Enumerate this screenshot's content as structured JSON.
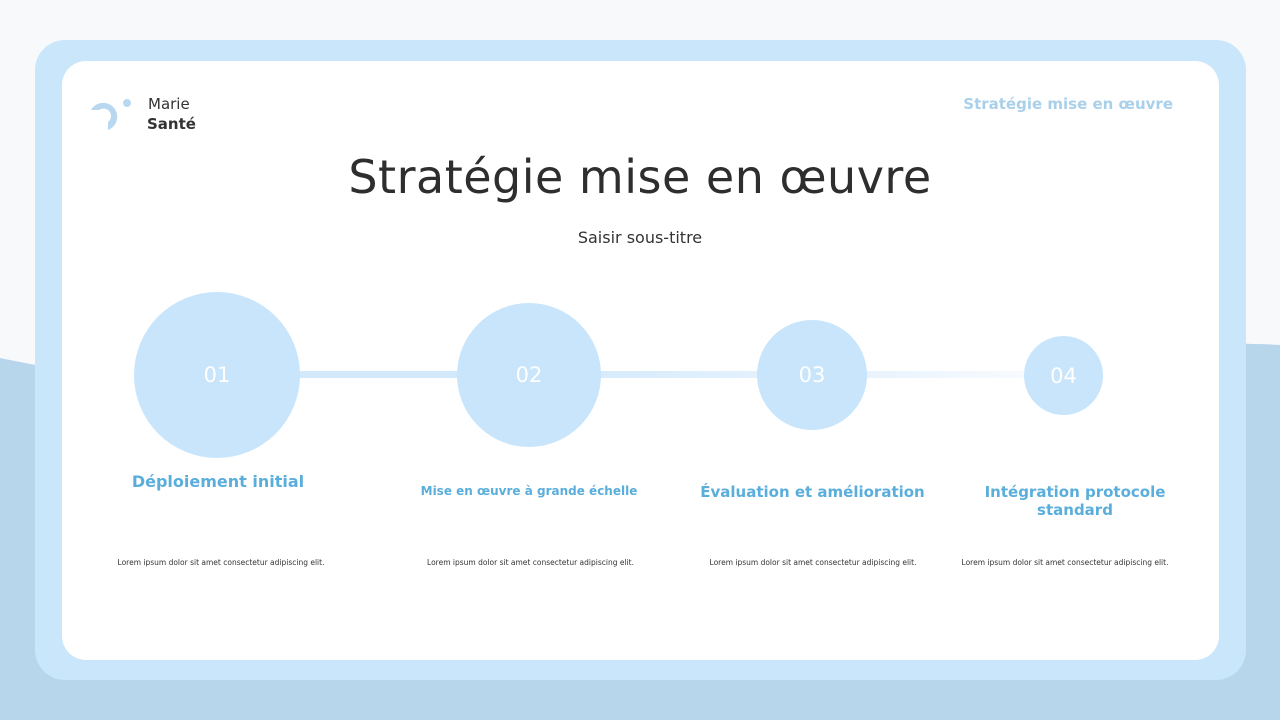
{
  "brand": {
    "line1": "Marie",
    "line2": "Santé"
  },
  "header": {
    "right_label": "Stratégie mise en œuvre"
  },
  "slide": {
    "title": "Stratégie mise en œuvre",
    "subtitle": "Saisir sous-titre"
  },
  "steps": [
    {
      "number": "01",
      "title": "Déploiement initial",
      "desc": "Lorem ipsum dolor sit amet consectetur adipiscing elit."
    },
    {
      "number": "02",
      "title": "Mise en œuvre à grande échelle",
      "desc": "Lorem ipsum dolor sit amet consectetur adipiscing elit."
    },
    {
      "number": "03",
      "title": "Évaluation et amélioration",
      "desc": "Lorem ipsum dolor sit amet consectetur adipiscing elit."
    },
    {
      "number": "04",
      "title": "Intégration protocole standard",
      "desc": "Lorem ipsum dolor sit amet consectetur adipiscing elit."
    }
  ],
  "colors": {
    "accent": "#5aaedc",
    "circle": "#c8e5fb",
    "frame": "#c9e6fb",
    "wave": "#b7d6ec"
  }
}
